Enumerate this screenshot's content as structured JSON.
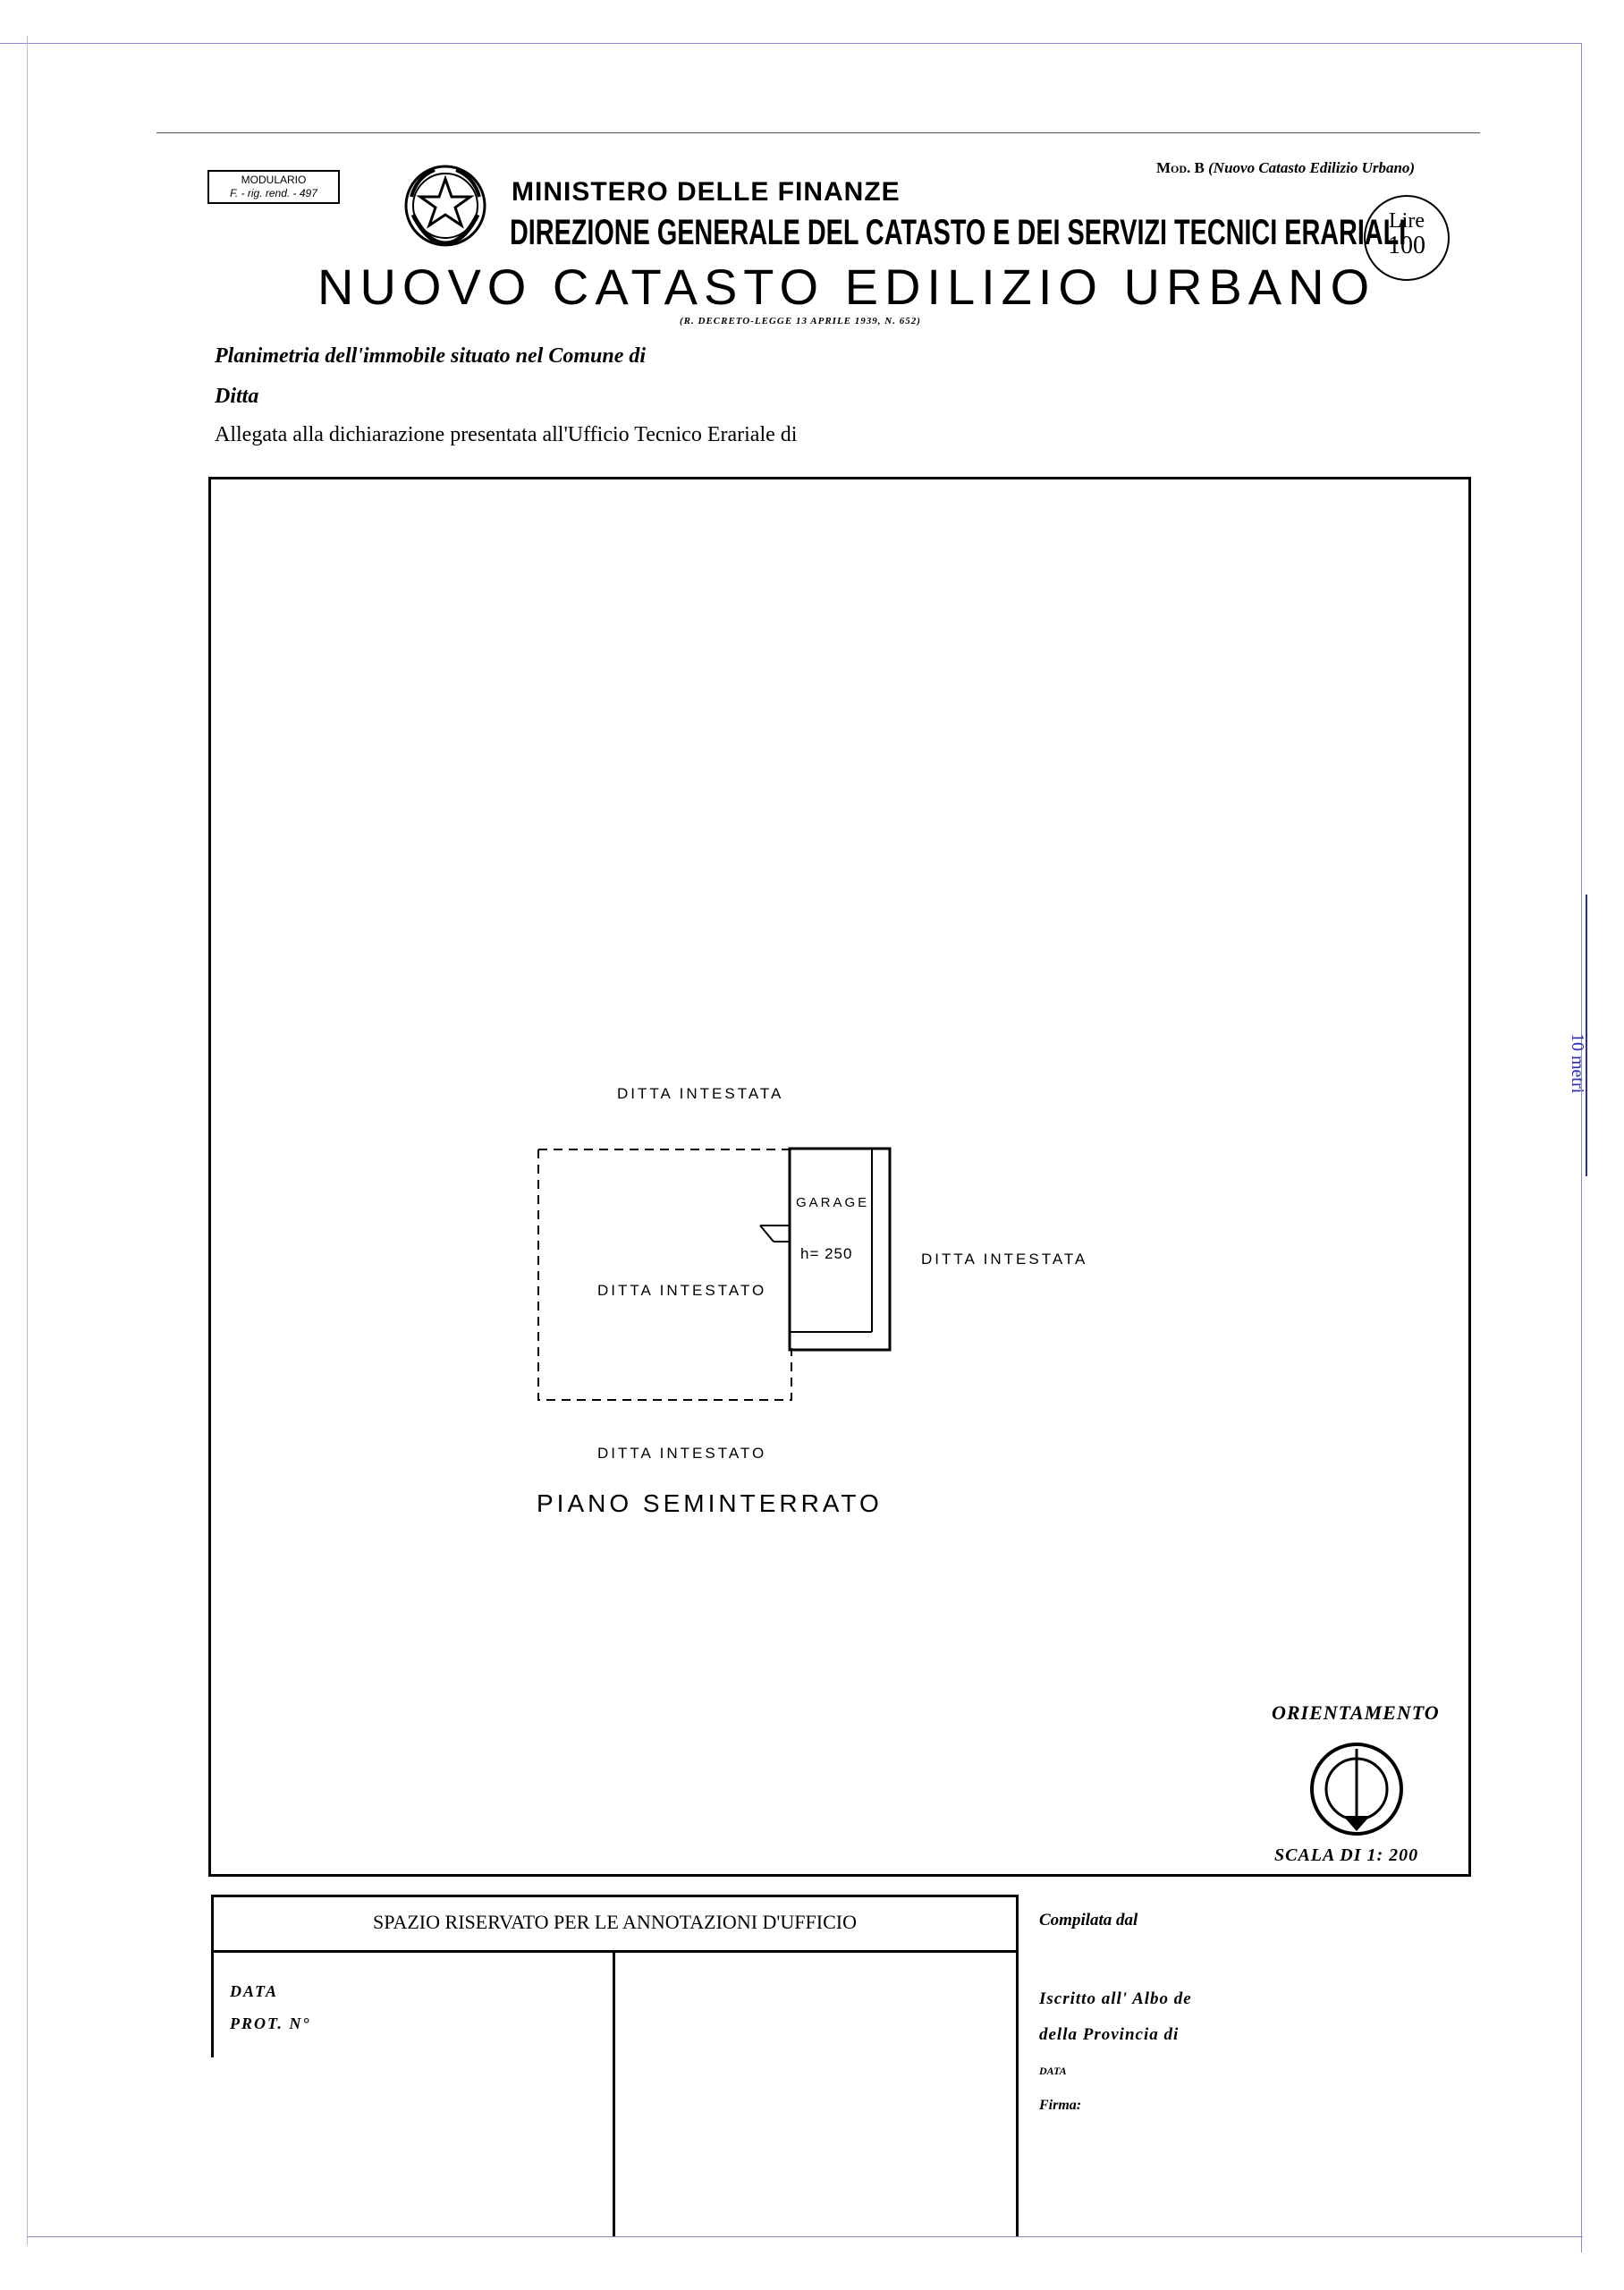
{
  "header": {
    "modulario_line1": "MODULARIO",
    "modulario_line2": "F. - rig. rend. - 497",
    "mod_b": "Mod. B",
    "mod_b_note": "(Nuovo Catasto Edilizio Urbano)",
    "ministry": "MINISTERO DELLE FINANZE",
    "direction": "DIREZIONE GENERALE DEL CATASTO E DEI SERVIZI TECNICI ERARIALI",
    "main_title": "NUOVO CATASTO EDILIZIO URBANO",
    "decree": "(R. DECRETO-LEGGE 13 APRILE 1939, N. 652)",
    "stamp_label": "Lire",
    "stamp_value": "100"
  },
  "form_lines": {
    "planimetria": "Planimetria dell'immobile situato nel Comune di",
    "ditta": "Ditta",
    "allegata": "Allegata alla dichiarazione presentata all'Ufficio Tecnico Erariale di"
  },
  "plan": {
    "label_top": "DITTA INTESTATA",
    "label_right": "DITTA INTESTATA",
    "label_left": "DITTA INTESTATO",
    "label_bottom": "DITTA INTESTATO",
    "garage": "GARAGE",
    "height": "h= 250",
    "floor": "PIANO SEMINTERRATO"
  },
  "orientamento": "ORIENTAMENTO",
  "scala": "SCALA DI 1: 200",
  "scale_bar_label": "10 metri",
  "footer": {
    "reserved_title": "SPAZIO RISERVATO PER LE ANNOTAZIONI D'UFFICIO",
    "data": "DATA",
    "prot": "PROT. N°",
    "compilata": "Compilata dal",
    "iscritto": "Iscritto all' Albo de",
    "provincia": "della Provincia di",
    "data_right": "DATA",
    "firma": "Firma:"
  }
}
